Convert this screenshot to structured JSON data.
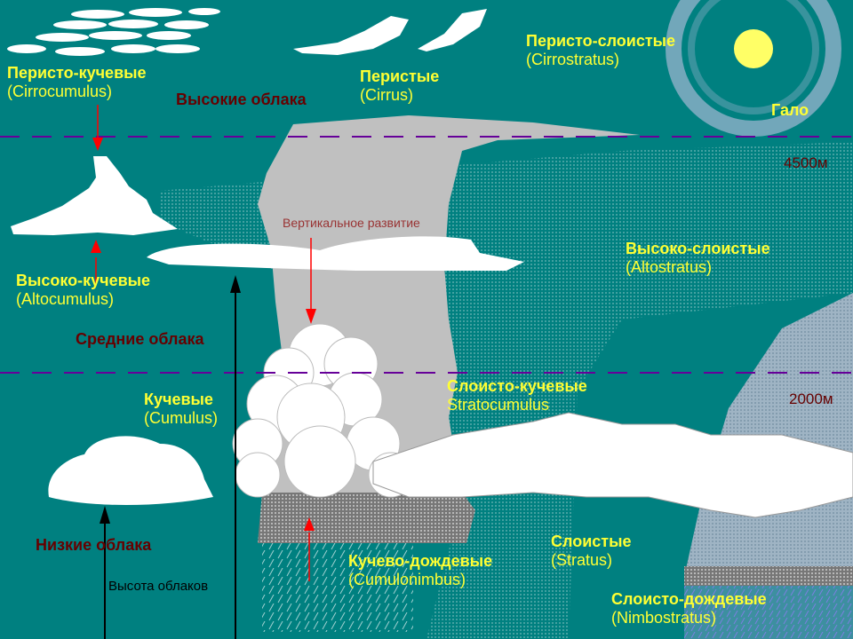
{
  "labels": {
    "cirrocumulus": {
      "ru": "Перисто-кучевые",
      "lat": "(Cirrocumulus)"
    },
    "cirrus": {
      "ru": "Перистые",
      "lat": "(Cirrus)"
    },
    "cirrostratus": {
      "ru": "Перисто-слоистые",
      "lat": "(Cirrostratus)"
    },
    "halo": "Гало",
    "altostratus": {
      "ru": "Высоко-слоистые",
      "lat": "(Altostratus)"
    },
    "altocumulus": {
      "ru": "Высоко-кучевые",
      "lat": "(Altocumulus)"
    },
    "cumulus": {
      "ru": "Кучевые",
      "lat": "(Cumulus)"
    },
    "stratocumulus": {
      "ru": "Слоисто-кучевые",
      "lat": "Stratocumulus"
    },
    "stratus": {
      "ru": "Слоистые",
      "lat": "(Stratus)"
    },
    "cumulonimbus": {
      "ru": "Кучево-дождевые",
      "lat": "(Cumulonimbus)"
    },
    "nimbostratus": {
      "ru": "Слоисто-дождевые",
      "lat": "(Nimbostratus)"
    }
  },
  "levels": {
    "high": "Высокие облака",
    "middle": "Средние облака",
    "low": "Низкие облака",
    "alt_4500": "4500м",
    "alt_2000": "2000м"
  },
  "annotations": {
    "vertical_development": "Вертикальное развитие",
    "cloud_height": "Высота облаков"
  },
  "colors": {
    "sky": "#008080",
    "label": "#ffff33",
    "level_label": "#660000",
    "boundary_line": "#660099",
    "arrow_red": "#ff0000"
  }
}
